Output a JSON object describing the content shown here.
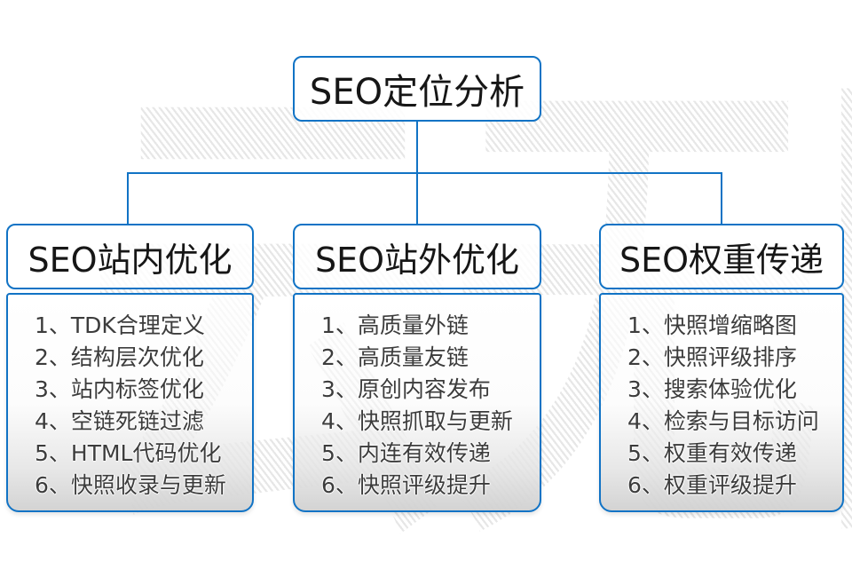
{
  "watermark": {
    "text": "云无限"
  },
  "root": {
    "title": "SEO定位分析"
  },
  "columns": [
    {
      "id": "onsite",
      "title": "SEO站内优化",
      "items": [
        "1、TDK合理定义",
        "2、结构层次优化",
        "3、站内标签优化",
        "4、空链死链过滤",
        "5、HTML代码优化",
        "6、快照收录与更新"
      ]
    },
    {
      "id": "offsite",
      "title": "SEO站外优化",
      "items": [
        "1、高质量外链",
        "2、高质量友链",
        "3、原创内容发布",
        "4、快照抓取与更新",
        "5、内连有效传递",
        "6、快照评级提升"
      ]
    },
    {
      "id": "weight",
      "title": "SEO权重传递",
      "items": [
        "1、快照增缩略图",
        "2、快照评级排序",
        "3、搜索体验优化",
        "4、检索与目标访问",
        "5、权重有效传递",
        "6、权重评级提升"
      ]
    }
  ],
  "colors": {
    "accent": "#1173c5"
  }
}
